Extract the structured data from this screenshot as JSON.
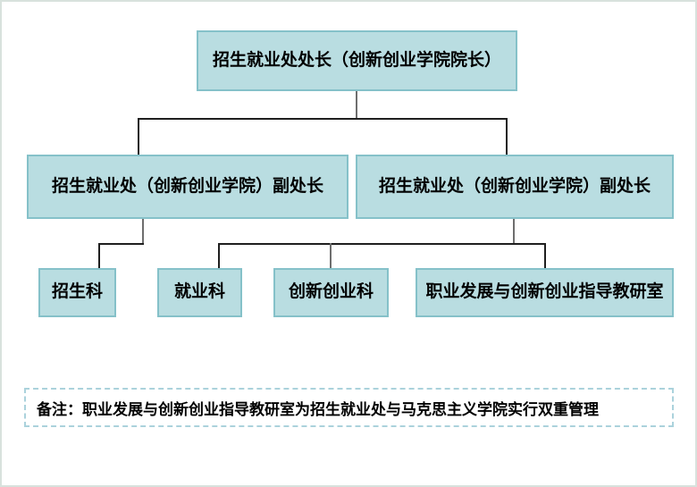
{
  "org_chart": {
    "root": {
      "label": "招生就业处处长（创新创业学院院长）"
    },
    "deputies": [
      {
        "label": "招生就业处（创新创业学院）副处长"
      },
      {
        "label": "招生就业处（创新创业学院）副处长"
      }
    ],
    "departments": [
      {
        "label": "招生科"
      },
      {
        "label": "就业科"
      },
      {
        "label": "创新创业科"
      },
      {
        "label": "职业发展与创新创业指导教研室"
      }
    ],
    "note": "备注：职业发展与创新创业指导教研室为招生就业处与马克思主义学院实行双重管理"
  },
  "colors": {
    "box_fill": "#b9dde1",
    "box_border": "#85c1c9",
    "line_dark": "#1f1f1f",
    "line_gray": "#6e6e6e",
    "note_border": "#abd2dc",
    "page_border": "#d8e2dd",
    "text_color": "#000000"
  }
}
